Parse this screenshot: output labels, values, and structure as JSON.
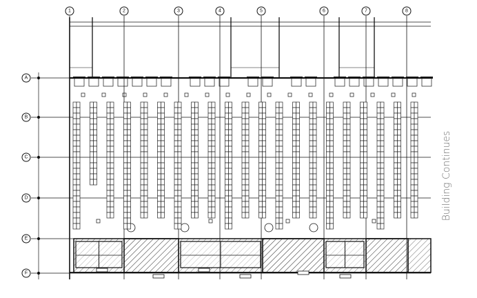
{
  "plan": {
    "column_grid": [
      "1",
      "2",
      "3",
      "4",
      "5",
      "6",
      "7",
      "8"
    ],
    "row_grid": [
      "A",
      "B",
      "C",
      "D",
      "E",
      "F"
    ],
    "side_label": "Building Continues"
  },
  "colors": {
    "line": "#111111",
    "label": "#6e6e6e"
  }
}
